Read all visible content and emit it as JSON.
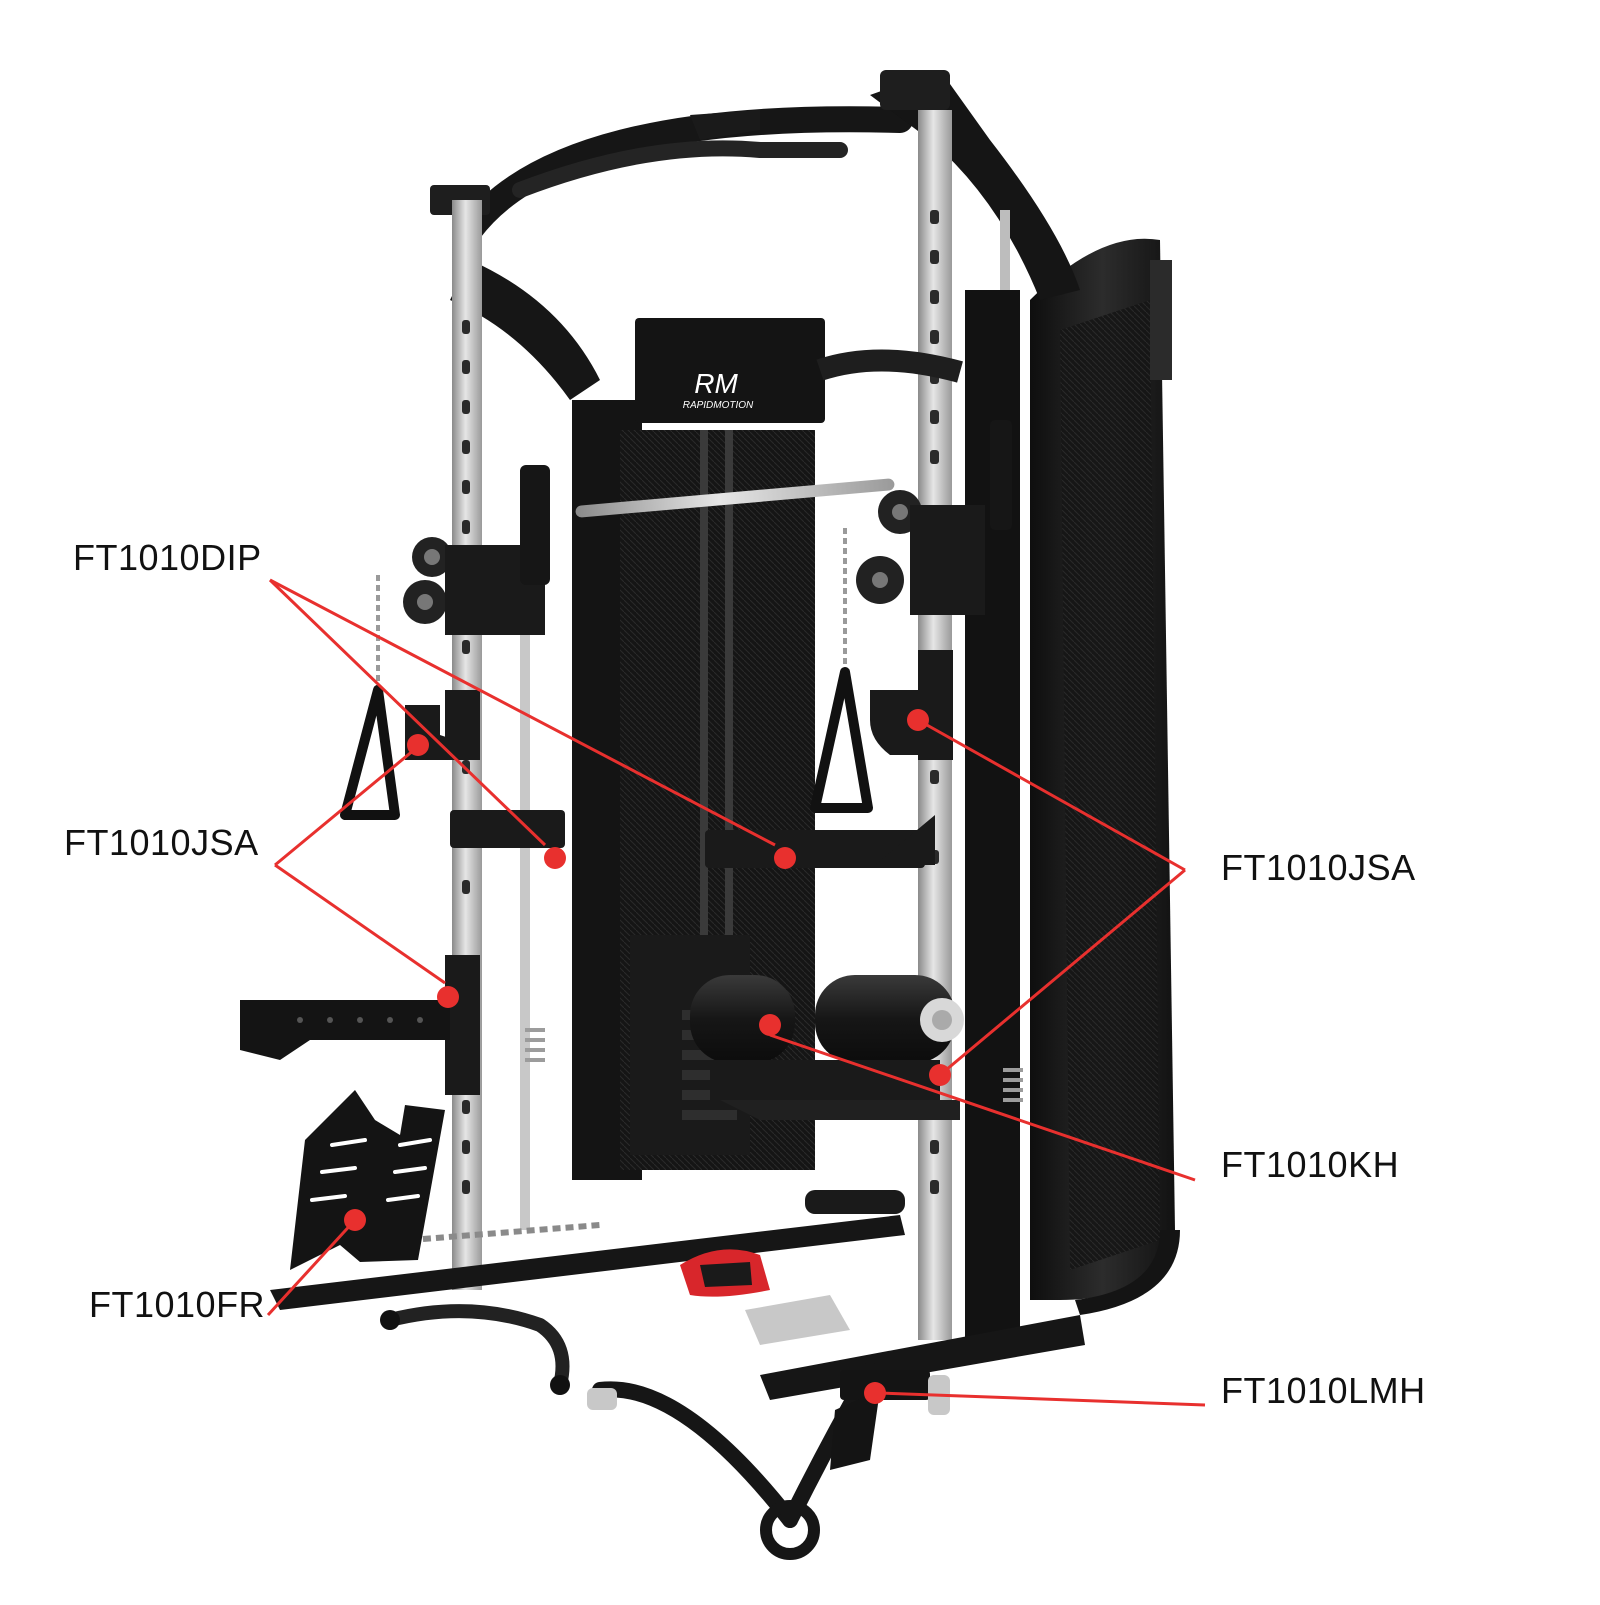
{
  "brand": {
    "logo_text": "RM",
    "logo_subtext": "RAPIDMOTION"
  },
  "callouts": [
    {
      "id": "dip",
      "label": "FT1010DIP"
    },
    {
      "id": "jsa_left",
      "label": "FT1010JSA"
    },
    {
      "id": "jsa_right",
      "label": "FT1010JSA"
    },
    {
      "id": "kh",
      "label": "FT1010KH"
    },
    {
      "id": "fr",
      "label": "FT1010FR"
    },
    {
      "id": "lmh",
      "label": "FT1010LMH"
    }
  ],
  "colors": {
    "callout_line": "#e8302e",
    "callout_dot": "#e8302e",
    "frame": "#1c1c1c",
    "frame_highlight": "#3a3a3a",
    "upright_steel": "#c9c9c9",
    "label_text": "#111111",
    "strap_red": "#d8262b"
  }
}
